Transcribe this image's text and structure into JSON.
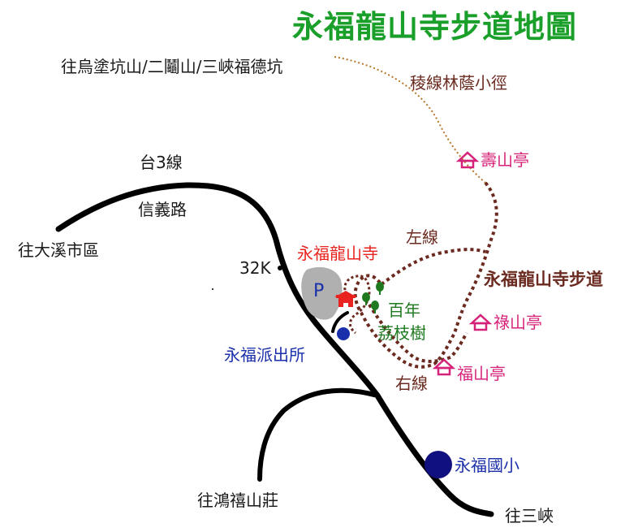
{
  "title": "永福龍山寺步道地圖",
  "labels": {
    "north_route": "往烏塗坑山/二鬮山/三峽福德坑",
    "ridge_trail": "稜線林蔭小徑",
    "highway": "台3線",
    "road_name": "信義路",
    "to_daxi": "往大溪市區",
    "km_marker": "32K",
    "temple": "永福龍山寺",
    "left_line": "左線",
    "right_line": "右線",
    "trail_name": "永福龍山寺步道",
    "lychee_line1": "百年",
    "lychee_line2": "荔枝樹",
    "police": "永福派出所",
    "school": "永福國小",
    "to_hongxi": "往鴻禧山莊",
    "to_sanxia": "往三峽",
    "parking": "P"
  },
  "pavilions": [
    {
      "name": "壽山亭"
    },
    {
      "name": "祿山亭"
    },
    {
      "name": "福山亭"
    }
  ],
  "colors": {
    "title": "#1aa02a",
    "road": "#000000",
    "trail": "#6b2a1f",
    "ridge_trail": "#b8762a",
    "pavilion": "#d6237a",
    "temple": "#e8231f",
    "tree": "#1f7a1f",
    "police": "#1a2faa",
    "school": "#101080",
    "parking": "#b0b0b0"
  },
  "icons": {
    "pavilion": "house-icon",
    "temple": "temple-icon",
    "tree": "tree-icon",
    "police": "circle-icon",
    "school": "circle-icon",
    "km_marker": "dot-icon"
  }
}
